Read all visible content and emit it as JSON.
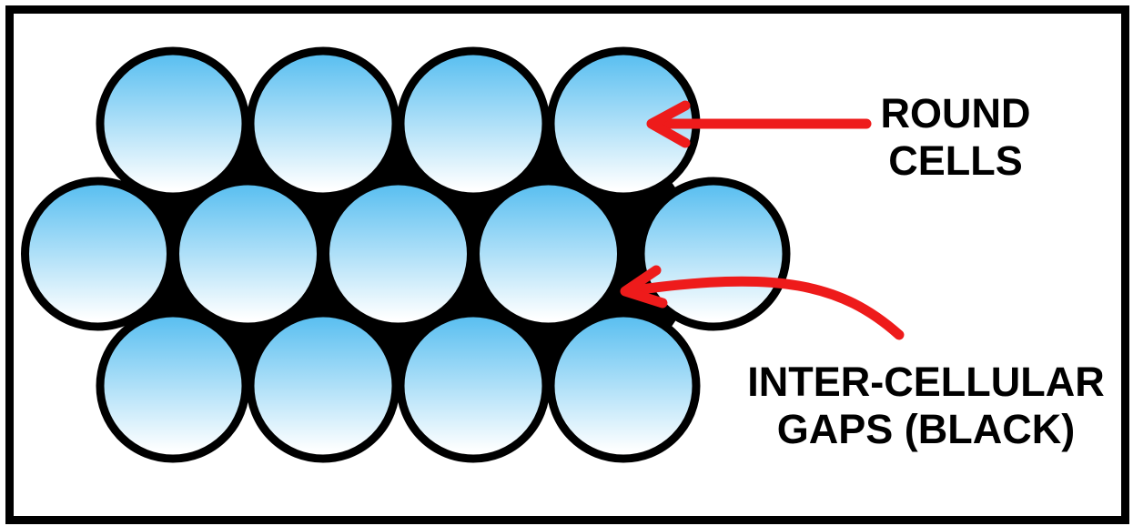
{
  "figure": {
    "background": "#ffffff",
    "border_color": "#000000"
  },
  "cells": {
    "rows": [
      4,
      5,
      4
    ],
    "total": 13,
    "fill_top": "#55bdf0",
    "fill_bottom": "#ffffff",
    "outline_color": "#000000"
  },
  "gaps": {
    "color": "#000000"
  },
  "annotations": {
    "arrow_color": "#ee1b1b",
    "round_cells": {
      "line1": "ROUND",
      "line2": "CELLS",
      "color": "#000000"
    },
    "intercellular_gaps": {
      "line1": "INTER-CELLULAR",
      "line2": "GAPS (BLACK)",
      "color": "#000000"
    }
  }
}
